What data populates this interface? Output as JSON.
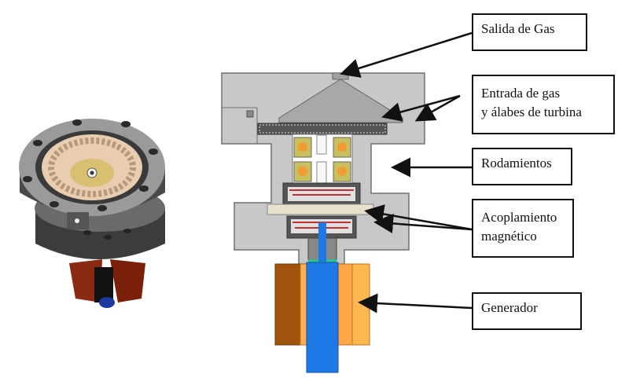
{
  "labels": {
    "gas_outlet": "Salida de Gas",
    "gas_inlet_line1": "Entrada de gas",
    "gas_inlet_line2": "y álabes de turbina",
    "bearings": "Rodamientos",
    "coupling_line1": "Acoplamiento",
    "coupling_line2": "magnético",
    "generator": "Generador"
  },
  "colors": {
    "housing": "#c8c8c8",
    "housing_edge": "#707070",
    "bearing_frame": "#c8c060",
    "bearing_ball": "#f39a30",
    "magnet": "#c03030",
    "disc": "#e6e2cc",
    "shaft": "#1e78e6",
    "gen_dark": "#a0540e",
    "gen_light": "#ffb050",
    "coil": "#30c090"
  }
}
